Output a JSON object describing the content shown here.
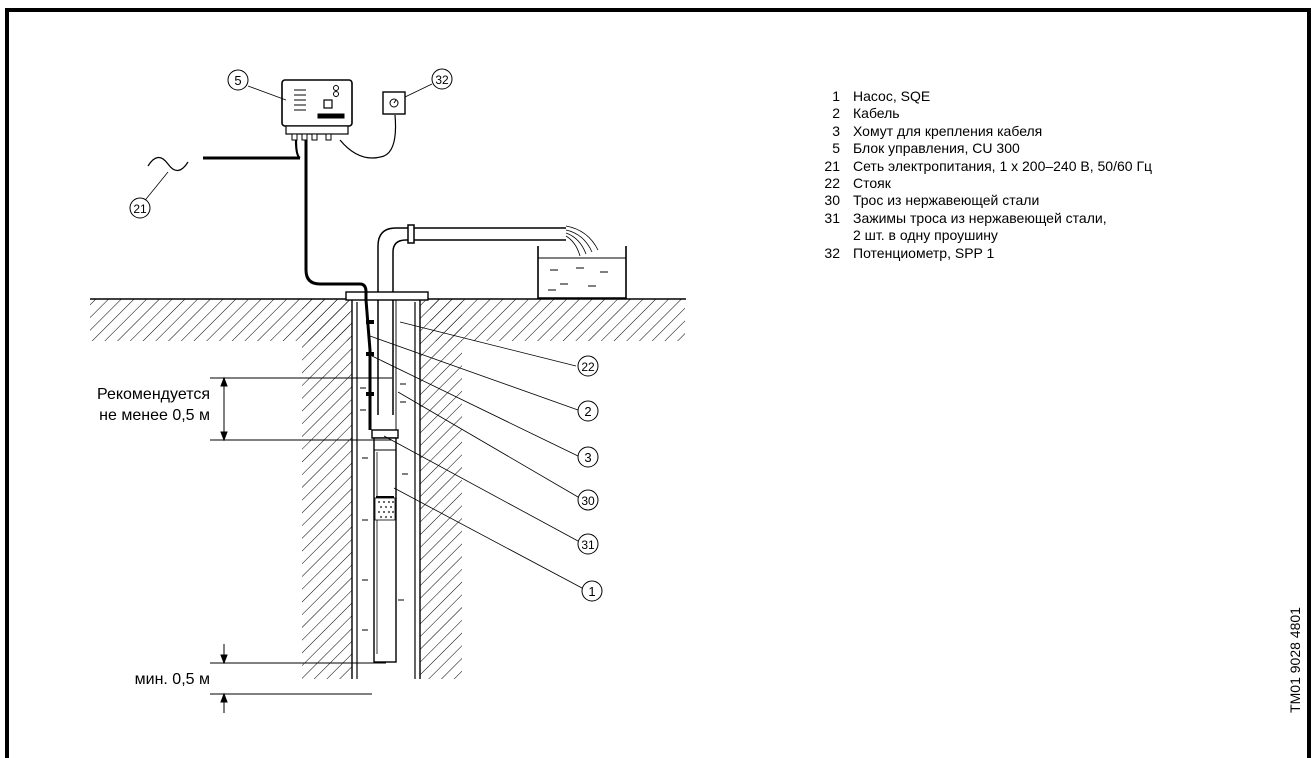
{
  "legend": [
    {
      "num": "1",
      "text": "Насос, SQE"
    },
    {
      "num": "2",
      "text": "Кабель"
    },
    {
      "num": "3",
      "text": "Хомут для крепления кабеля"
    },
    {
      "num": "5",
      "text": "Блок управления, CU 300"
    },
    {
      "num": "21",
      "text": "Сеть электропитания, 1 x 200–240 В, 50/60 Гц"
    },
    {
      "num": "22",
      "text": "Стояк"
    },
    {
      "num": "30",
      "text": "Трос из нержавеющей стали"
    },
    {
      "num": "31",
      "text": "Зажимы троса из нержавеющей стали,"
    },
    {
      "num": "",
      "text": "2 шт. в одну проушину"
    },
    {
      "num": "32",
      "text": "Потенциометр, SPP 1"
    }
  ],
  "callouts": [
    "5",
    "32",
    "21",
    "22",
    "2",
    "3",
    "30",
    "31",
    "1"
  ],
  "dimensions": {
    "recommended_line1": "Рекомендуется",
    "recommended_line2": "не менее 0,5 м",
    "min": "мин. 0,5 м"
  },
  "document_id": "TM01 9028 4801"
}
